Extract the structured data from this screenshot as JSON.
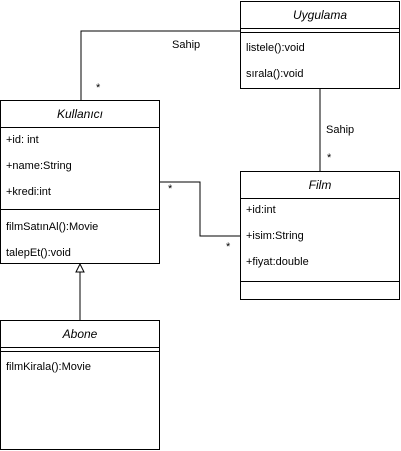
{
  "classes": {
    "uygulama": {
      "name": "Uygulama",
      "attributes": [],
      "methods": [
        "listele():void",
        "sırala():void"
      ]
    },
    "kullanici": {
      "name": "Kullanıcı",
      "attributes": [
        "+id: int",
        "+name:String",
        "+kredi:int"
      ],
      "methods": [
        "filmSatınAl():Movie",
        "talepEt():void"
      ]
    },
    "film": {
      "name": "Film",
      "attributes": [
        "+id:int",
        "+isim:String",
        "+fiyat:double"
      ],
      "methods": []
    },
    "abone": {
      "name": "Abone",
      "attributes": [],
      "methods": [
        "filmKirala():Movie"
      ]
    }
  },
  "associations": [
    {
      "from": "uygulama",
      "to": "kullanici",
      "label": "Sahip",
      "multiplicity": "*"
    },
    {
      "from": "uygulama",
      "to": "film",
      "label": "Sahip",
      "multiplicity": "*"
    },
    {
      "from": "kullanici",
      "to": "film",
      "label": "",
      "multiplicity_from": "*",
      "multiplicity_to": "*"
    }
  ],
  "generalizations": [
    {
      "child": "abone",
      "parent": "kullanici"
    }
  ],
  "colors": {
    "line": "#000000",
    "background": "#ffffff"
  }
}
